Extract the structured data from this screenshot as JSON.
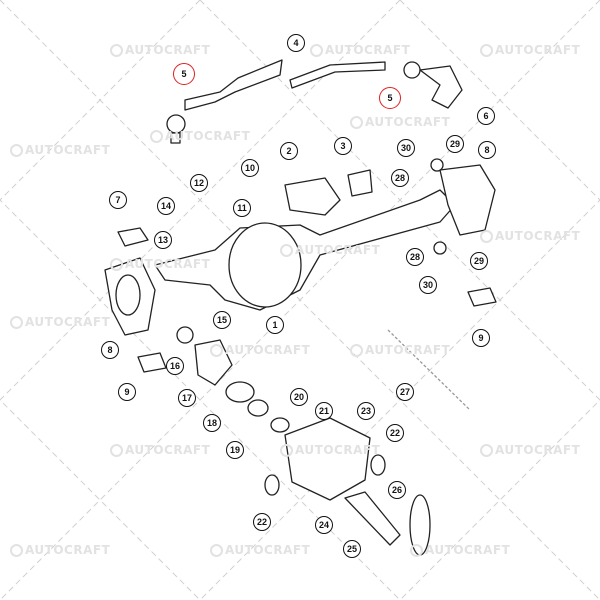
{
  "watermark_text": "AUTOCRAFT",
  "highlight_color": "#e02020",
  "callouts": [
    {
      "label": "5",
      "highlighted": true
    },
    {
      "label": "4"
    },
    {
      "label": "5",
      "highlighted": true
    },
    {
      "label": "6"
    },
    {
      "label": "3"
    },
    {
      "label": "2"
    },
    {
      "label": "10"
    },
    {
      "label": "12"
    },
    {
      "label": "11"
    },
    {
      "label": "14"
    },
    {
      "label": "13"
    },
    {
      "label": "7"
    },
    {
      "label": "30"
    },
    {
      "label": "29"
    },
    {
      "label": "8"
    },
    {
      "label": "28"
    },
    {
      "label": "1"
    },
    {
      "label": "28"
    },
    {
      "label": "29"
    },
    {
      "label": "30"
    },
    {
      "label": "9"
    },
    {
      "label": "15"
    },
    {
      "label": "8"
    },
    {
      "label": "16"
    },
    {
      "label": "9"
    },
    {
      "label": "17"
    },
    {
      "label": "27"
    },
    {
      "label": "18"
    },
    {
      "label": "20"
    },
    {
      "label": "21"
    },
    {
      "label": "19"
    },
    {
      "label": "23"
    },
    {
      "label": "22"
    },
    {
      "label": "22"
    },
    {
      "label": "26"
    },
    {
      "label": "24"
    },
    {
      "label": "25"
    }
  ]
}
